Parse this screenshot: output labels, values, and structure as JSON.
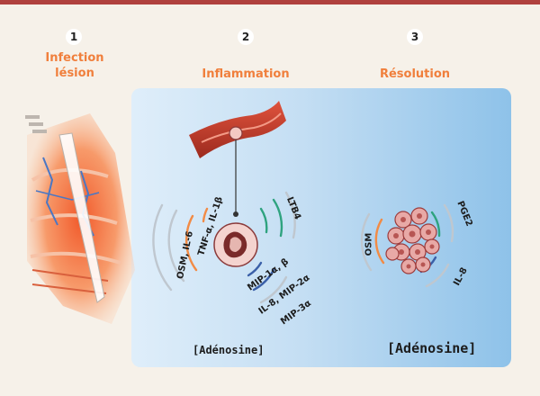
{
  "stages": [
    {
      "number": "1",
      "title_line1": "Infection",
      "title_line2": "lésion"
    },
    {
      "number": "2",
      "title": "Inflammation"
    },
    {
      "number": "3",
      "title": "Résolution"
    }
  ],
  "labels": {
    "tnf_il1b": "TNF-α, IL-1β",
    "osm_il6": "OSM, IL-6",
    "ltb4": "LTB4",
    "mip1": "MIP-1α, β",
    "il8_mip2": "IL-8, MIP-2α",
    "mip3": "MIP-3α",
    "osm": "OSM",
    "pge2": "PGE2",
    "il8": "IL-8"
  },
  "adenosine_left": "[Adénosine]",
  "adenosine_right": "[Adénosine]",
  "colors": {
    "accent_orange": "#f07f3c",
    "top_bar": "#b0413e",
    "vessel": "#c0392b",
    "arc_green": "#2fa37f",
    "arc_orange": "#f28b45",
    "arc_blue": "#3a5fa8"
  }
}
